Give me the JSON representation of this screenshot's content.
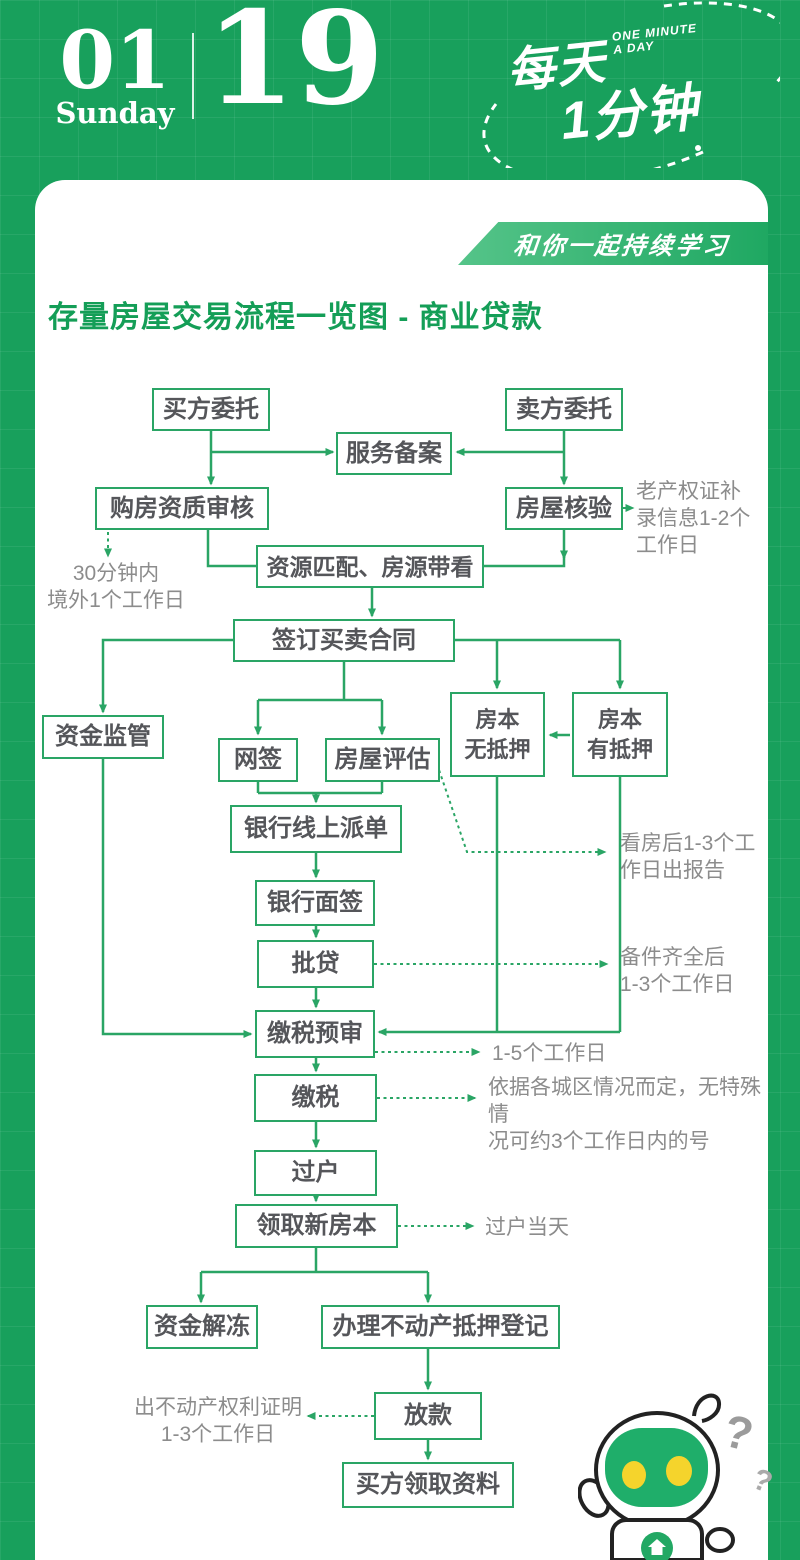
{
  "colors": {
    "background": "#18a05c",
    "accent": "#2aa565",
    "title": "#149e57",
    "box_text": "#56575b",
    "note_text": "#8c8c8c",
    "ribbon_from": "#55c489",
    "ribbon_to": "#1fa862",
    "mascot_face": "#1fae6a",
    "mascot_eyes": "#f5d42c"
  },
  "header": {
    "month": "01",
    "weekday": "Sunday",
    "day": "19",
    "logo": {
      "cn_line1": "每天",
      "cn_line2": "1分钟",
      "en_line1": "ONE MINUTE",
      "en_line2": "A DAY"
    }
  },
  "card": {
    "ribbon": "和你一起持续学习",
    "title": "存量房屋交易流程一览图 - 商业贷款"
  },
  "flow": {
    "nodes": [
      {
        "name": "buyer-entrust",
        "label": "买方委托"
      },
      {
        "name": "seller-entrust",
        "label": "卖方委托"
      },
      {
        "name": "service-filing",
        "label": "服务备案"
      },
      {
        "name": "buyer-qualification-review",
        "label": "购房资质审核"
      },
      {
        "name": "house-verification",
        "label": "房屋核验"
      },
      {
        "name": "resource-matching",
        "label": "资源匹配、房源带看"
      },
      {
        "name": "sign-sales-contract",
        "label": "签订买卖合同"
      },
      {
        "name": "fund-supervision",
        "label": "资金监管"
      },
      {
        "name": "online-signing",
        "label": "网签"
      },
      {
        "name": "house-appraisal",
        "label": "房屋评估"
      },
      {
        "name": "deed-no-mortgage",
        "label": "房本\n无抵押"
      },
      {
        "name": "deed-with-mortgage",
        "label": "房本\n有抵押"
      },
      {
        "name": "bank-online-dispatch",
        "label": "银行线上派单"
      },
      {
        "name": "bank-interview",
        "label": "银行面签"
      },
      {
        "name": "loan-approval",
        "label": "批贷"
      },
      {
        "name": "tax-pre-review",
        "label": "缴税预审"
      },
      {
        "name": "tax-payment",
        "label": "缴税"
      },
      {
        "name": "ownership-transfer",
        "label": "过户"
      },
      {
        "name": "collect-new-deed",
        "label": "领取新房本"
      },
      {
        "name": "fund-unfreeze",
        "label": "资金解冻"
      },
      {
        "name": "mortgage-registration",
        "label": "办理不动产抵押登记"
      },
      {
        "name": "loan-disbursement",
        "label": "放款"
      },
      {
        "name": "buyer-collect-materials",
        "label": "买方领取资料"
      }
    ],
    "annotations": [
      {
        "name": "note-old-deed",
        "text": "老产权证补\n录信息1-2个\n工作日"
      },
      {
        "name": "note-30min",
        "text": "30分钟内\n境外1个工作日"
      },
      {
        "name": "note-appraisal-report",
        "text": "看房后1-3个工\n作日出报告"
      },
      {
        "name": "note-approval-days",
        "text": "备件齐全后\n1-3个工作日"
      },
      {
        "name": "note-1-5-days",
        "text": "1-5个工作日"
      },
      {
        "name": "note-tax-days",
        "text": "依据各城区情况而定，无特殊情\n况可约3个工作日内的号"
      },
      {
        "name": "note-transfer-day",
        "text": "过户当天"
      },
      {
        "name": "note-cert-days",
        "text": "出不动产权利证明\n1-3个工作日"
      }
    ]
  },
  "mascot": {
    "qmark_big": "?",
    "qmark_small": "?"
  }
}
